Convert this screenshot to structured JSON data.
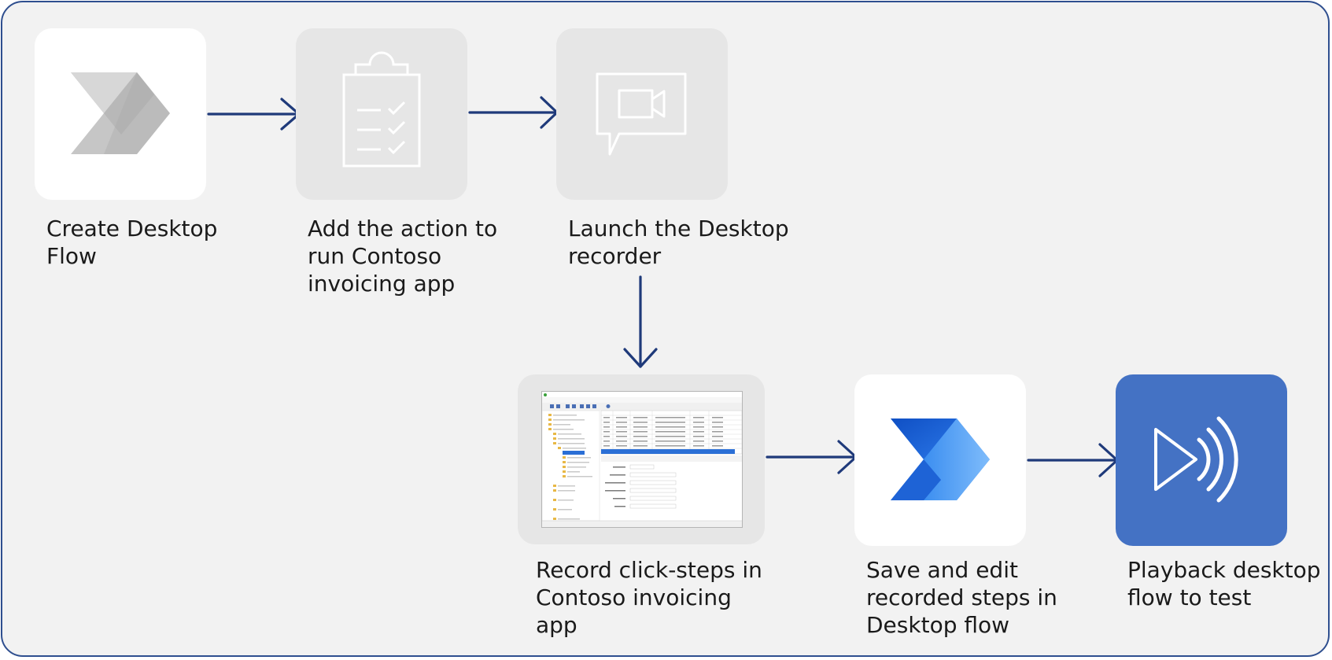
{
  "steps": [
    {
      "label": "Create Desktop\nFlow",
      "icon": "power-automate-gray-icon"
    },
    {
      "label": "Add the action to\nrun Contoso\ninvoicing app",
      "icon": "clipboard-checklist-icon"
    },
    {
      "label": "Launch the Desktop\nrecorder",
      "icon": "video-chat-bubble-icon"
    },
    {
      "label": "Record click-steps in\nContoso invoicing\napp",
      "icon": "contoso-invoicing-screenshot"
    },
    {
      "label": "Save and edit\nrecorded steps in\nDesktop flow",
      "icon": "power-automate-blue-icon"
    },
    {
      "label": "Playback desktop\nflow to test",
      "icon": "playback-icon"
    }
  ],
  "colors": {
    "frame_border": "#2f4f8f",
    "background": "#f2f2f2",
    "arrow": "#1f3a7a",
    "tile_gray": "#e6e6e6",
    "tile_white": "#ffffff",
    "tile_blue": "#4472c4"
  }
}
